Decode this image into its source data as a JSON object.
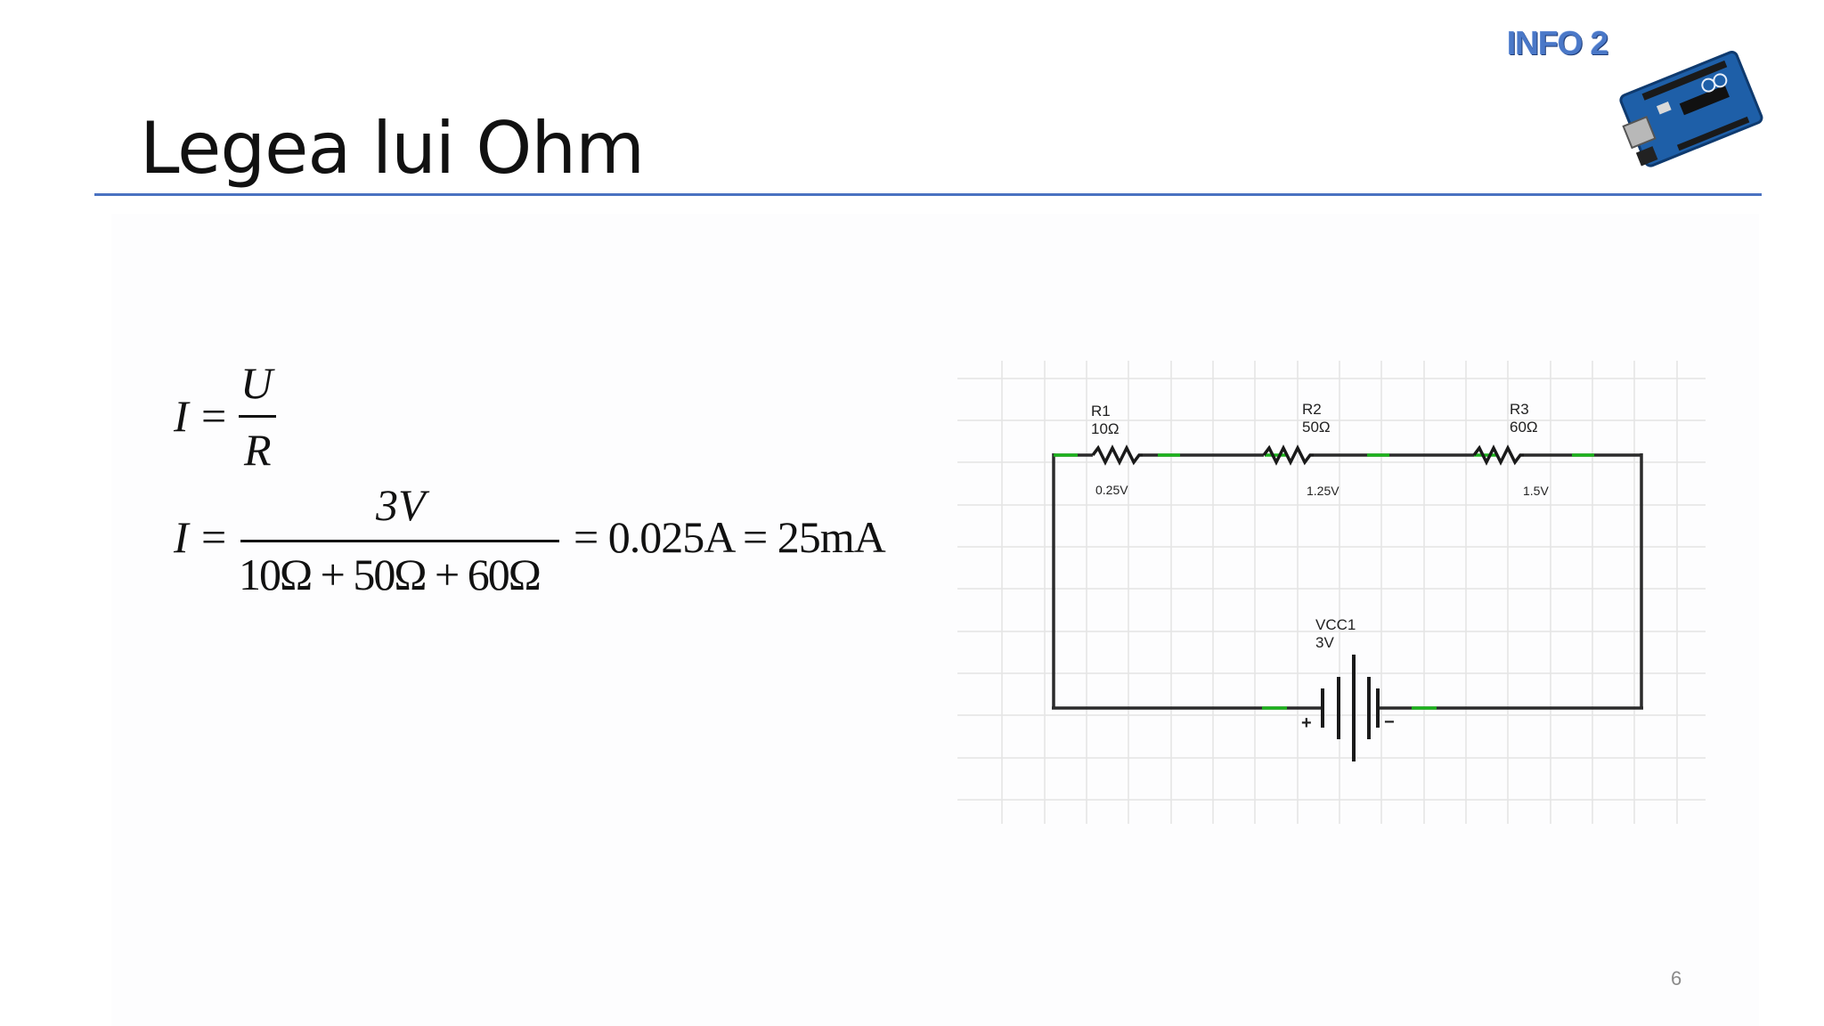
{
  "slide": {
    "title": "Legea lui Ohm",
    "badge": "INFO 2",
    "page_number": "6",
    "board_image": "arduino-board-icon"
  },
  "formula1": {
    "lhs": "I",
    "eq": "=",
    "numerator": "U",
    "denominator": "R"
  },
  "formula2": {
    "lhs": "I",
    "eq": "=",
    "numerator": "3V",
    "denominator": "10Ω + 50Ω + 60Ω",
    "result": "= 0.025A = 25mA"
  },
  "circuit": {
    "resistors": [
      {
        "name": "R1",
        "value": "10Ω",
        "voltage": "0.25V"
      },
      {
        "name": "R2",
        "value": "50Ω",
        "voltage": "1.25V"
      },
      {
        "name": "R3",
        "value": "60Ω",
        "voltage": "1.5V"
      }
    ],
    "source": {
      "name": "VCC1",
      "value": "3V",
      "plus": "+",
      "minus": "−"
    },
    "colors": {
      "wire": "#2b2b2b",
      "terminal": "#1db31d",
      "grid": "#e3e3e3"
    }
  }
}
